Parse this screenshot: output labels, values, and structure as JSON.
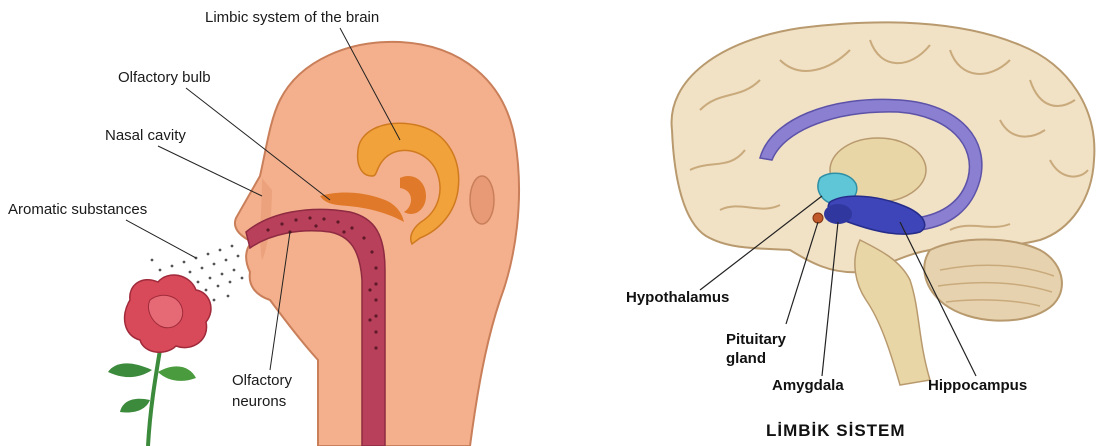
{
  "left_diagram": {
    "labels": {
      "limbic": "Limbic system of the brain",
      "bulb": "Olfactory bulb",
      "nasal": "Nasal cavity",
      "aromatic": "Aromatic substances",
      "neurons_1": "Olfactory",
      "neurons_2": "neurons"
    },
    "colors": {
      "skin": "#f4b08c",
      "skin_shadow": "#e79a75",
      "limbic": "#f2a23a",
      "limbic_dark": "#e07a2a",
      "passage": "#b8405a",
      "rose": "#d84a5a",
      "stem": "#3c8a3c"
    }
  },
  "right_diagram": {
    "labels": {
      "hypothalamus": "Hypothalamus",
      "pituitary_1": "Pituitary",
      "pituitary_2": "gland",
      "amygdala": "Amygdala",
      "hippocampus": "Hippocampus"
    },
    "caption": "LİMBİK SİSTEM",
    "colors": {
      "brain": "#f1e1c5",
      "brain_fold": "#d8bf95",
      "limbic_arc": "#8a7fd0",
      "hippocampus": "#3e45b8",
      "hypothalamus": "#5fc6d8",
      "thalamus": "#e9d6a6"
    }
  }
}
